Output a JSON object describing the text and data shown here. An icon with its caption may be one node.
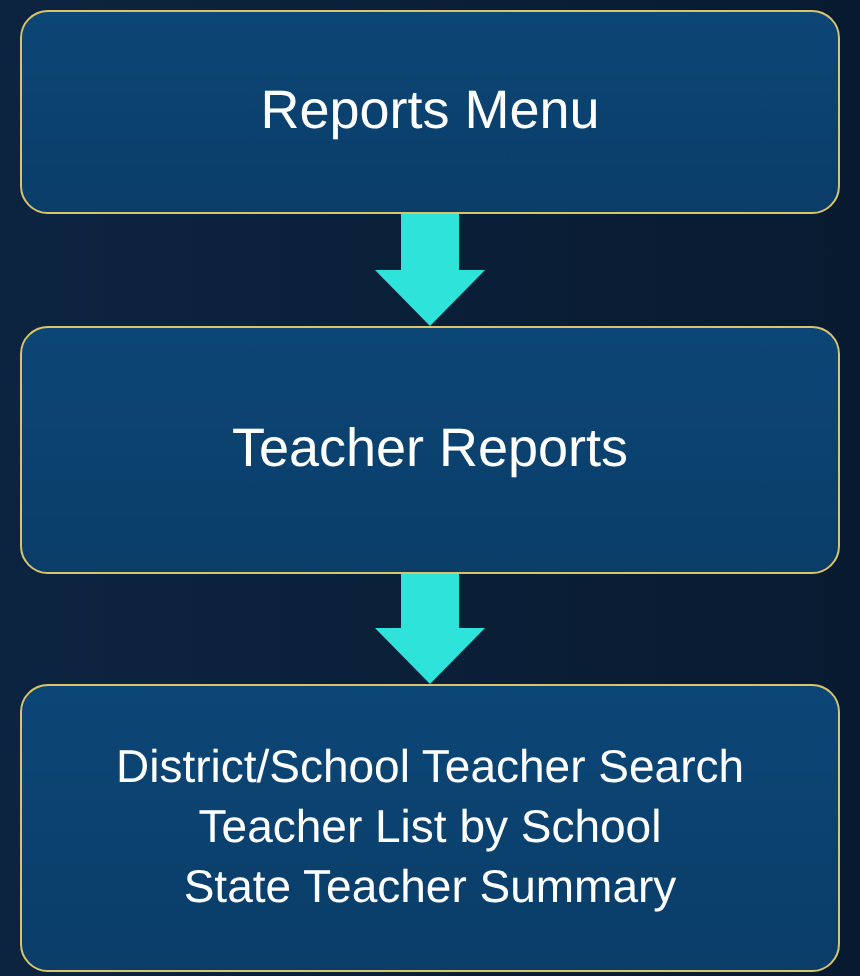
{
  "diagram": {
    "nodes": [
      {
        "text": [
          "Reports Menu"
        ]
      },
      {
        "text": [
          "Teacher Reports"
        ]
      },
      {
        "text": [
          "District/School Teacher Search",
          "Teacher List by School",
          "State Teacher Summary"
        ]
      }
    ],
    "edges": [
      {
        "from": 0,
        "to": 1,
        "arrow": "to"
      },
      {
        "from": 1,
        "to": 2,
        "arrow": "to"
      }
    ]
  }
}
